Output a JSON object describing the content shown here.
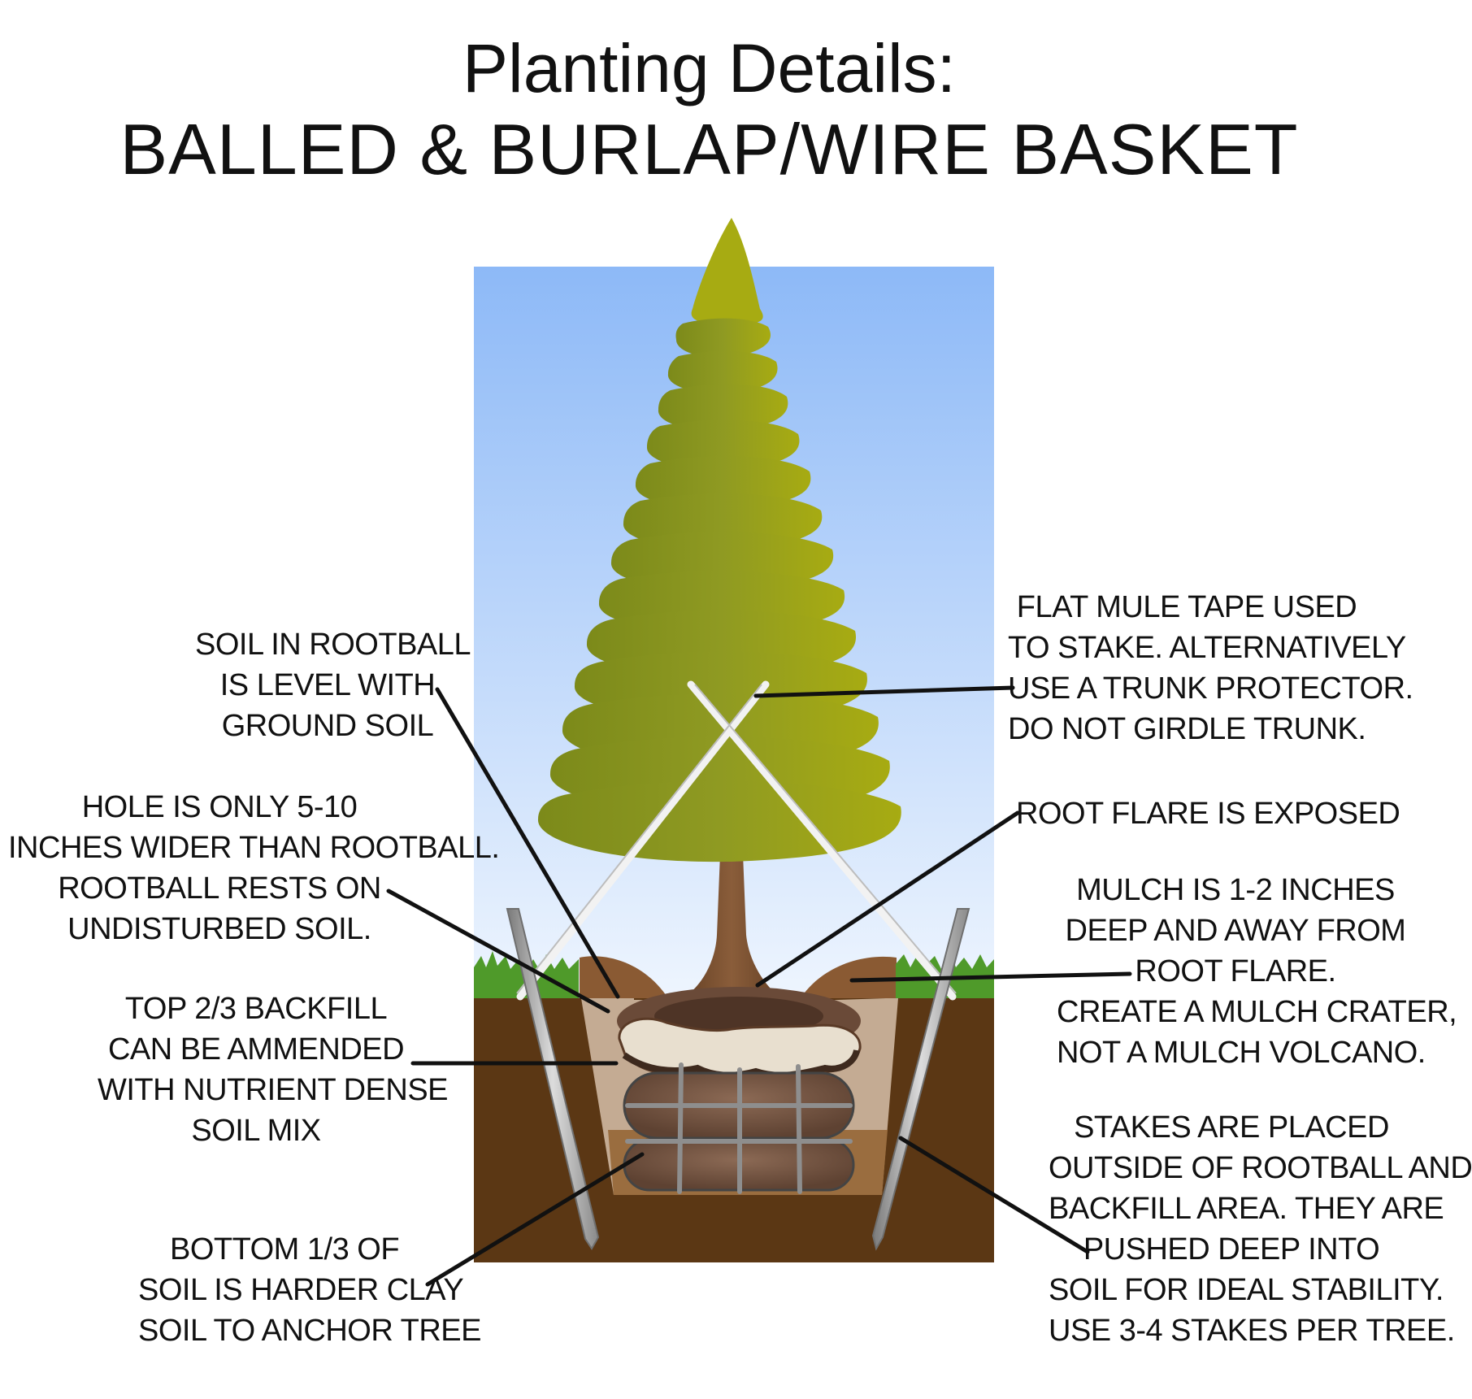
{
  "title": {
    "line1": "Planting Details:",
    "line2": "BALLED & BURLAP/WIRE BASKET"
  },
  "labels": {
    "soil_level": [
      "SOIL IN ROOTBALL",
      "IS LEVEL WITH",
      "GROUND SOIL"
    ],
    "hole_width": [
      "HOLE IS ONLY 5-10",
      "INCHES WIDER THAN ROOTBALL.",
      "ROOTBALL RESTS ON",
      "UNDISTURBED SOIL."
    ],
    "top_backfill": [
      "TOP 2/3 BACKFILL",
      "CAN BE AMMENDED",
      "WITH NUTRIENT DENSE",
      "SOIL MIX"
    ],
    "bottom_soil": [
      "BOTTOM 1/3 OF",
      "SOIL IS HARDER CLAY",
      "SOIL TO ANCHOR TREE"
    ],
    "mule_tape": [
      "FLAT MULE TAPE USED",
      "TO STAKE. ALTERNATIVELY",
      "USE A TRUNK PROTECTOR.",
      "DO NOT GIRDLE TRUNK."
    ],
    "root_flare": [
      "ROOT FLARE IS EXPOSED"
    ],
    "mulch": [
      "MULCH IS 1-2 INCHES",
      "DEEP AND AWAY FROM",
      "ROOT FLARE.",
      "CREATE A MULCH CRATER,",
      "NOT A MULCH VOLCANO."
    ],
    "stakes": [
      "STAKES ARE PLACED",
      "OUTSIDE OF ROOTBALL AND",
      "BACKFILL AREA. THEY ARE",
      "PUSHED DEEP INTO",
      "SOIL FOR IDEAL STABILITY.",
      "USE 3-4 STAKES PER TREE."
    ]
  },
  "colors": {
    "sky_top": "#8db9f7",
    "sky_bottom": "#e9f2fd",
    "ground": "#5b3714",
    "backfill": "#c4ab93",
    "backfill_bottom": "#9a6d3f",
    "foliage_light": "#b3ad1d",
    "foliage_dark": "#6b7418",
    "trunk": "#7a5233",
    "grass": "#4f9a2a",
    "rootball": "#7d5a46",
    "wire": "#8a8a8a",
    "stake": "#a9a9a9"
  }
}
